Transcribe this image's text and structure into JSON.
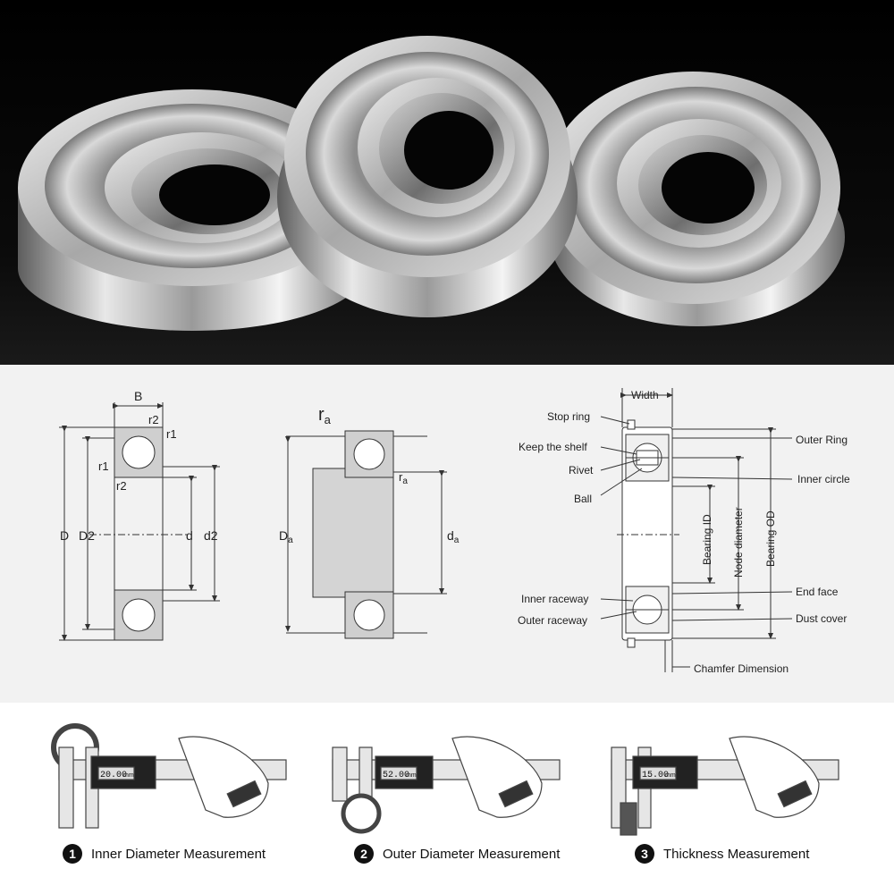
{
  "diagram1": {
    "B": "B",
    "r2_top": "r2",
    "r1_right": "r1",
    "r1_left": "r1",
    "r2_inner": "r2",
    "D": "D",
    "D2": "D2",
    "d": "d",
    "d2": "d2"
  },
  "diagram2": {
    "ra_top": "r",
    "ra_top_sub": "a",
    "ra_inner": "r",
    "ra_inner_sub": "a",
    "Da": "D",
    "Da_sub": "a",
    "da": "d",
    "da_sub": "a"
  },
  "diagram3": {
    "width": "Width",
    "stop_ring": "Stop ring",
    "keep_the_shelf": "Keep the shelf",
    "rivet": "Rivet",
    "ball": "Ball",
    "inner_raceway": "Inner raceway",
    "outer_raceway": "Outer raceway",
    "outer_ring": "Outer Ring",
    "inner_circle": "Inner circle",
    "end_face": "End face",
    "dust_cover": "Dust cover",
    "chamfer_dimension": "Chamfer Dimension",
    "bearing_id": "Bearing ID",
    "node_diameter": "Node diameter",
    "bearing_od": "Bearing OD"
  },
  "measurements": [
    {
      "number": "1",
      "label": "Inner Diameter Measurement",
      "reading": "20.00",
      "unit": "mm"
    },
    {
      "number": "2",
      "label": "Outer Diameter Measurement",
      "reading": "52.00",
      "unit": "mm"
    },
    {
      "number": "3",
      "label": "Thickness Measurement",
      "reading": "15.00",
      "unit": "mm"
    }
  ]
}
